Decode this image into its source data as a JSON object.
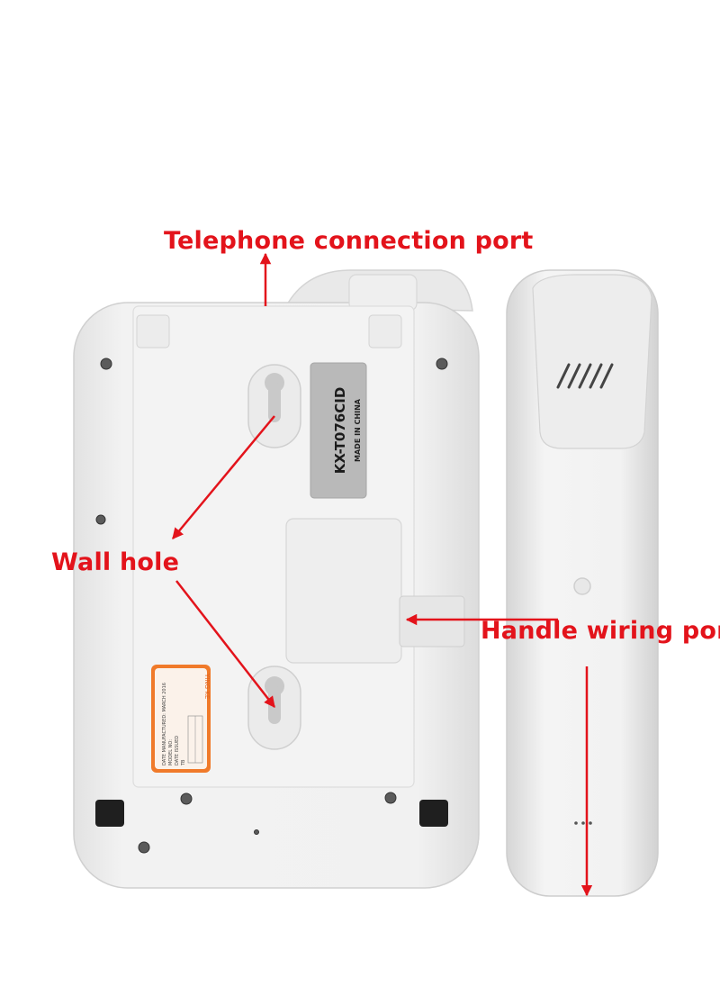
{
  "callouts": {
    "telephone_port": "Telephone connection port",
    "wall_hole": "Wall hole",
    "handle_wiring_port": "Handle wiring port"
  },
  "product_label": {
    "model": "KX-T076CID",
    "origin": "MADE IN CHINA"
  },
  "warranty_sticker": {
    "brand": "YING KE",
    "lines": [
      "DATE MANUFACTURED: MARCH 2016",
      "MODEL NO:",
      "DATE ISSUED",
      "TB"
    ]
  },
  "colors": {
    "annotation": "#e3131b",
    "body": "#eeeeee",
    "sticker_accent": "#f07a2a",
    "label_bg": "#b9b9b9"
  }
}
